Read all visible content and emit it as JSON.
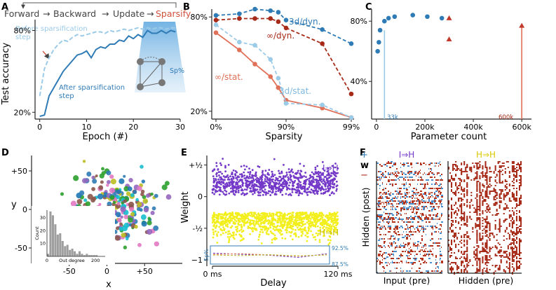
{
  "colors": {
    "blue": "#2f7bb6",
    "lightblue": "#9ccbe8",
    "red": "#a62a17",
    "salmon": "#e07058",
    "purple": "#7338c8",
    "yellow": "#f2ef1c",
    "gray": "#9e9e9e",
    "axis": "#222222"
  },
  "panels": {
    "a": {
      "letter": "A",
      "flow": [
        "Forward",
        "Backward",
        "Update",
        "Sparsify"
      ],
      "arrow_symbol": "→",
      "before_label": "Before sparsification step",
      "after_label": "After sparsification step",
      "inset_label": "Sp%",
      "icon": "network-graph-icon"
    },
    "b": {
      "letter": "B",
      "series_labels": {
        "dyn3d": "3d/dyn.",
        "dyninf": "∞/dyn.",
        "statinf": "∞/stat.",
        "stat3d": "3d/stat."
      }
    },
    "c": {
      "letter": "C",
      "annotations": {
        "blue_line": "33k",
        "red_line": "600k"
      }
    },
    "d": {
      "letter": "D",
      "inset": {
        "xlabel": "Out degree",
        "ylabel": "Count"
      }
    },
    "e": {
      "letter": "E",
      "labels": {
        "ih": "I⇒H",
        "hh": "H⇒H"
      },
      "inset": {
        "ylabel": "Sp%",
        "top": "92.5%",
        "bottom": "87.5%"
      }
    },
    "f": {
      "letter": "F",
      "titles": {
        "ih": "I⇒H",
        "hh": "H⇒H"
      },
      "legend": {
        "plus": "+",
        "w": "w",
        "minus": "−"
      },
      "xlabels": {
        "input": "Input (pre)",
        "hidden": "Hidden (pre)"
      },
      "ylabel": "Hidden (post)"
    }
  },
  "chart_data": [
    {
      "panel": "A",
      "type": "line",
      "xlabel": "Epoch (#)",
      "ylabel": "Test accuracy",
      "xlim": [
        -1,
        30
      ],
      "ylim": [
        15,
        88
      ],
      "xticks": [
        0,
        10,
        20,
        30
      ],
      "yticks": [
        20,
        80
      ],
      "ytick_labels": [
        "20%",
        "80%"
      ],
      "series": [
        {
          "name": "Before sparsification step",
          "style": "dashed",
          "color": "#9ccbe8",
          "x": [
            0,
            1,
            2,
            3,
            4,
            5,
            6,
            7,
            8,
            9,
            10,
            11,
            12,
            13,
            14,
            15,
            16,
            17,
            18,
            19,
            20,
            21,
            22,
            23,
            24,
            25,
            26,
            27,
            28,
            29
          ],
          "y": [
            32,
            52,
            60,
            66,
            70,
            73,
            72,
            75,
            77,
            76,
            77,
            78,
            79,
            79,
            78,
            80,
            79,
            80,
            81,
            80,
            81,
            82,
            81,
            82,
            81,
            82,
            82,
            81,
            82,
            82
          ]
        },
        {
          "name": "After sparsification step",
          "style": "solid",
          "color": "#2f7bb6",
          "x": [
            0,
            1,
            2,
            3,
            4,
            5,
            6,
            7,
            8,
            9,
            10,
            11,
            12,
            13,
            14,
            15,
            16,
            17,
            18,
            19,
            20,
            21,
            22,
            23,
            24,
            25,
            26,
            27,
            28,
            29
          ],
          "y": [
            17,
            18,
            32,
            38,
            44,
            50,
            54,
            58,
            62,
            63,
            65,
            60,
            66,
            68,
            67,
            70,
            70,
            73,
            72,
            76,
            74,
            77,
            75,
            80,
            78,
            78,
            80,
            78,
            80,
            79
          ]
        }
      ]
    },
    {
      "panel": "B",
      "type": "line",
      "xlabel": "Sparsity",
      "xlim": [
        0,
        99
      ],
      "ylim": [
        15,
        85
      ],
      "xticks": [
        0,
        90,
        99
      ],
      "xtick_labels": [
        "0%",
        "90%",
        "99%"
      ],
      "yticks": [
        20,
        80
      ],
      "ytick_labels": [
        "20%",
        "80%"
      ],
      "series": [
        {
          "name": "3d/dyn.",
          "color": "#2f7bb6",
          "x": [
            0,
            30,
            50,
            70,
            80,
            90,
            95,
            99
          ],
          "y": [
            81,
            82,
            85,
            84,
            83,
            78,
            72,
            63
          ]
        },
        {
          "name": "∞/dyn.",
          "color": "#a62a17",
          "x": [
            0,
            30,
            50,
            70,
            80,
            90,
            95,
            99
          ],
          "y": [
            78,
            79,
            79,
            79,
            77,
            73,
            63,
            31
          ]
        },
        {
          "name": "∞/stat.",
          "color": "#e07058",
          "x": [
            0,
            30,
            50,
            70,
            80,
            90,
            95,
            99
          ],
          "y": [
            70,
            59,
            50,
            42,
            35,
            27,
            22,
            16
          ]
        },
        {
          "name": "3d/stat.",
          "color": "#9ccbe8",
          "x": [
            0,
            30,
            50,
            70,
            80,
            90,
            95,
            99
          ],
          "y": [
            75,
            64,
            62,
            53,
            41,
            25,
            24,
            16
          ]
        }
      ]
    },
    {
      "panel": "C",
      "type": "scatter",
      "xlabel": "Parameter count",
      "xlim": [
        -20000,
        640000
      ],
      "ylim": [
        15,
        88
      ],
      "xticks": [
        0,
        200000,
        400000,
        600000
      ],
      "xtick_labels": [
        "0",
        "200k",
        "400k",
        "600k"
      ],
      "yticks": [
        40,
        80
      ],
      "ytick_labels": [
        "40%",
        "80%"
      ],
      "vlines": [
        {
          "x": 33000,
          "y": [
            15,
            74
          ],
          "color": "#9ccbe8"
        },
        {
          "x": 600000,
          "y": [
            15,
            77
          ],
          "color": "#e07058"
        }
      ],
      "series": [
        {
          "marker": "circle",
          "color": "#2f7bb6",
          "x": [
            5000,
            10000,
            15000,
            33000,
            50000,
            75000,
            150000,
            210000,
            270000
          ],
          "y": [
            60,
            66,
            74,
            80,
            82,
            83,
            84,
            83,
            82
          ]
        },
        {
          "marker": "triangle",
          "color": "#c0392b",
          "x": [
            300000,
            300000,
            600000
          ],
          "y": [
            82,
            68,
            77
          ]
        }
      ]
    },
    {
      "panel": "D",
      "type": "scatter",
      "xlabel": "x",
      "ylabel": "y",
      "xlim": [
        -100,
        100
      ],
      "ylim": [
        -70,
        70
      ],
      "xticks": [
        -50,
        0,
        50
      ],
      "xtick_labels": [
        "-50",
        "0",
        "+50"
      ],
      "yticks": [
        50,
        0,
        -50
      ],
      "ytick_labels": [
        "+50",
        "0",
        "-50"
      ],
      "palette": [
        "#2ca02c",
        "#17becf",
        "#bcbd22",
        "#e377c2",
        "#2f7bb6",
        "#8c564b",
        "#9467bd",
        "#1f77b4"
      ],
      "n_points": 260,
      "inset": {
        "type": "bar",
        "xticks": [
          0,
          200
        ],
        "yticks": [
          10,
          20,
          30
        ],
        "xlim": [
          0,
          240
        ],
        "ylim": [
          0,
          36
        ],
        "bin_width": 10,
        "values": [
          2,
          35,
          32,
          25,
          17,
          18,
          12,
          8,
          9,
          5,
          6,
          4,
          2,
          4,
          2,
          1,
          2,
          1,
          1,
          1,
          1
        ]
      }
    },
    {
      "panel": "E",
      "type": "scatter",
      "xlabel": "Delay",
      "ylabel": "Weight",
      "xlim": [
        0,
        120
      ],
      "ylim": [
        -1.1,
        0.65
      ],
      "xticks": [
        0,
        120
      ],
      "xtick_labels": [
        "0 ms",
        "120 ms"
      ],
      "yticks": [
        0.5,
        0,
        -0.5,
        -1
      ],
      "ytick_labels": [
        "+½",
        "0",
        "-½",
        "−1"
      ],
      "series": [
        {
          "name": "I⇒H",
          "color": "#7338c8",
          "sign": "positive"
        },
        {
          "name": "H⇒H",
          "color": "#f2ef1c",
          "sign": "negative"
        }
      ],
      "inset": {
        "type": "line",
        "ylim": [
          87.5,
          92.5
        ],
        "series": [
          {
            "color": "#7338c8",
            "x": [
              0,
              30,
              60,
              90,
              120
            ],
            "y": [
              90.6,
              90.2,
              89.9,
              89.2,
              90.4
            ]
          },
          {
            "color": "#e07058",
            "x": [
              0,
              30,
              60,
              90,
              120
            ],
            "y": [
              90.2,
              90.4,
              90.0,
              89.6,
              90.1
            ]
          },
          {
            "color": "#bcbd22",
            "x": [
              0,
              30,
              60,
              90,
              120
            ],
            "y": [
              90.0,
              89.8,
              90.1,
              89.7,
              90.0
            ]
          }
        ]
      }
    },
    {
      "panel": "F",
      "type": "heatmap",
      "matrices": [
        {
          "name": "Input (pre)",
          "title": "I⇒H"
        },
        {
          "name": "Hidden (pre)",
          "title": "H⇒H"
        }
      ]
    }
  ]
}
